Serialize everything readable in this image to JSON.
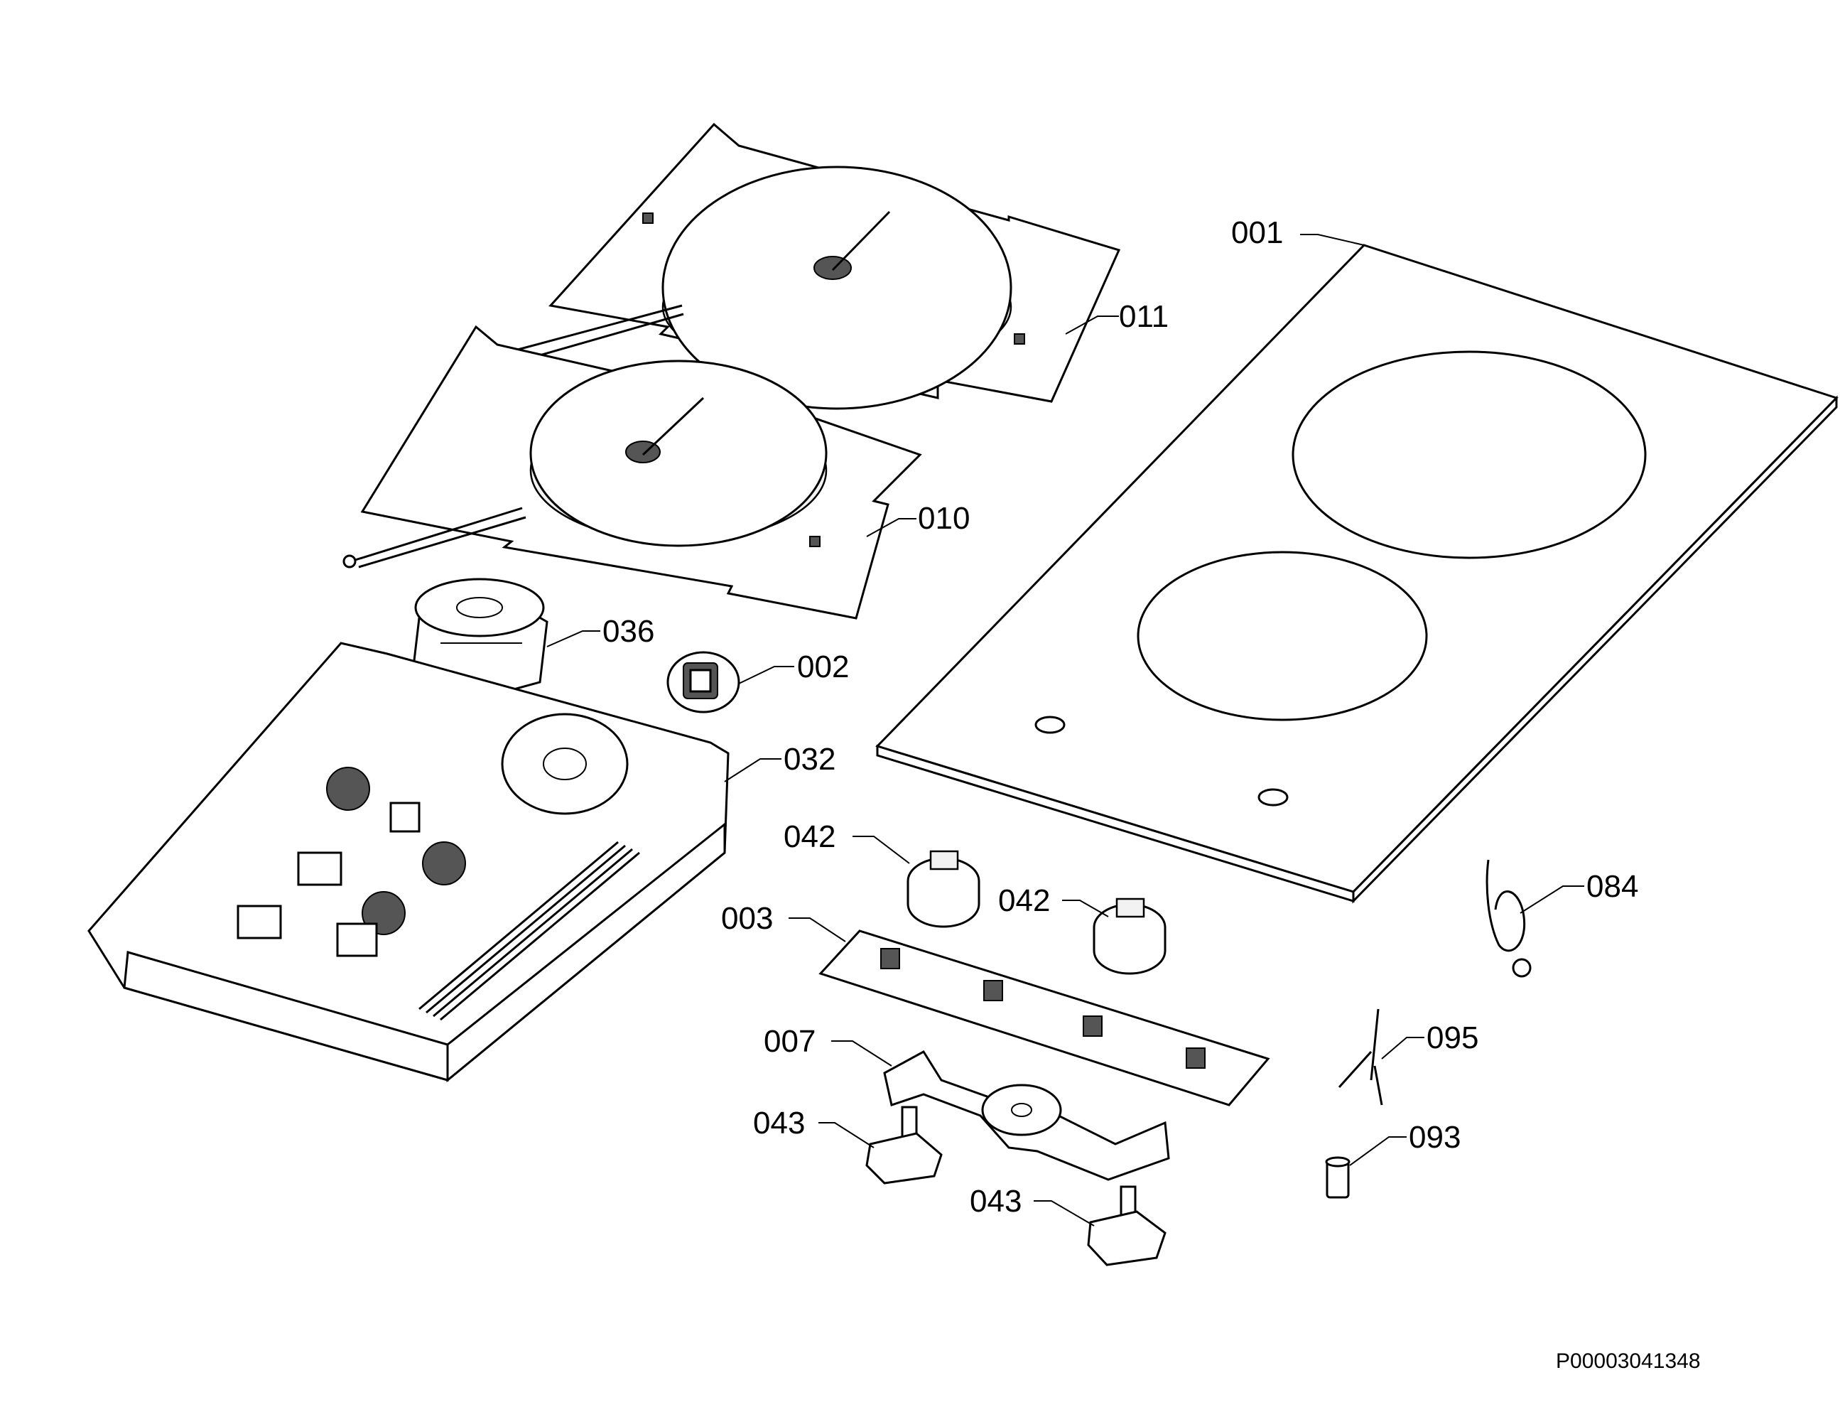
{
  "diagram": {
    "drawing_code": "P00003041348",
    "callouts": [
      {
        "id": "001",
        "text": "001"
      },
      {
        "id": "011",
        "text": "011"
      },
      {
        "id": "010",
        "text": "010"
      },
      {
        "id": "036",
        "text": "036"
      },
      {
        "id": "002",
        "text": "002"
      },
      {
        "id": "032",
        "text": "032"
      },
      {
        "id": "042a",
        "text": "042"
      },
      {
        "id": "042b",
        "text": "042"
      },
      {
        "id": "003",
        "text": "003"
      },
      {
        "id": "084",
        "text": "084"
      },
      {
        "id": "007",
        "text": "007"
      },
      {
        "id": "095",
        "text": "095"
      },
      {
        "id": "043a",
        "text": "043"
      },
      {
        "id": "093",
        "text": "093"
      },
      {
        "id": "043b",
        "text": "043"
      }
    ]
  }
}
